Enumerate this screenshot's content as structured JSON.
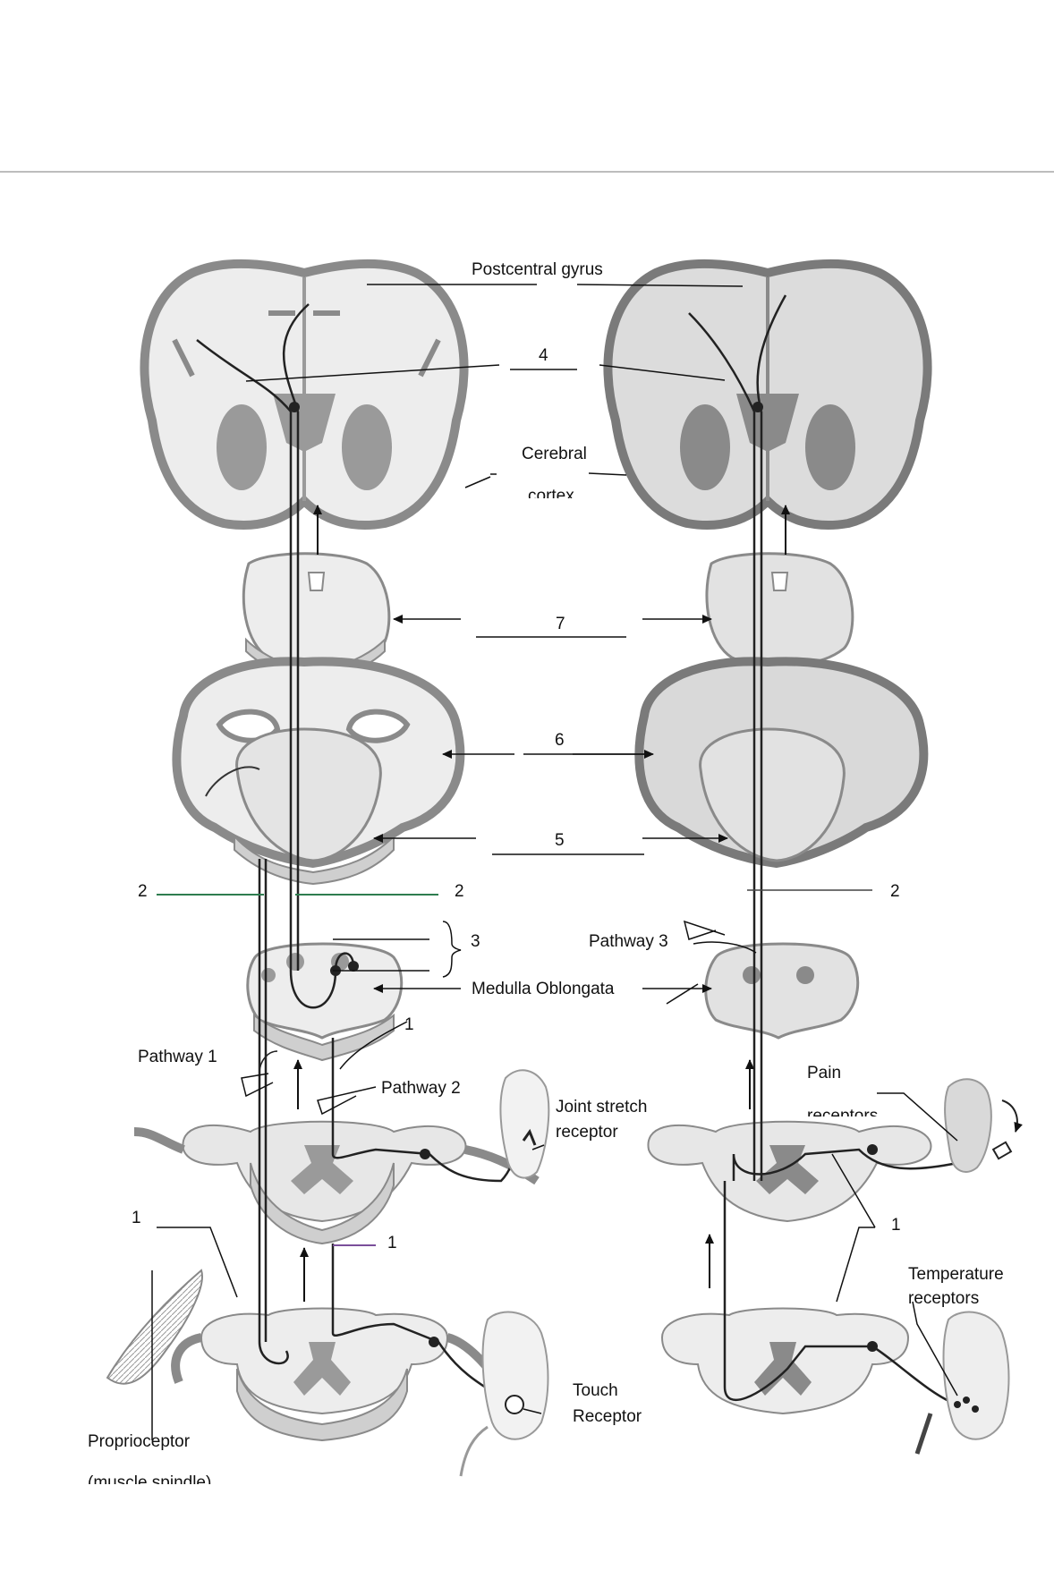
{
  "labels": {
    "postcentral_gyrus": "Postcentral gyrus",
    "num4": "4",
    "cerebral_cortex_line1": "Cerebral",
    "cerebral_cortex_line2": "cortex",
    "num7": "7",
    "num6": "6",
    "num5": "5",
    "num2_left_outer": "2",
    "num2_left_inner": "2",
    "num2_right": "2",
    "num3": "3",
    "pathway3": "Pathway 3",
    "medulla_oblongata": "Medulla Oblongata",
    "num1_upper_mid": "1",
    "pathway1": "Pathway 1",
    "pathway2": "Pathway 2",
    "joint_stretch_line1": "Joint stretch",
    "joint_stretch_line2": "receptor",
    "pain_line1": "Pain",
    "pain_line2": "receptors",
    "num1_left": "1",
    "num1_mid_lower": "1",
    "num1_right": "1",
    "temperature_line1": "Temperature",
    "temperature_line2": "receptors",
    "touch_line1": "Touch",
    "touch_line2": "Receptor",
    "proprioceptor_line1": "Proprioceptor",
    "proprioceptor_line2": "(muscle spindle)"
  },
  "colors": {
    "tissue_fill": "#ededed",
    "tissue_dark": "#8a8a8a",
    "gray_matter": "#9a9a9a",
    "tract_line": "#222222",
    "green_line": "#2e7d4f",
    "purple_line": "#7a4f9a"
  }
}
